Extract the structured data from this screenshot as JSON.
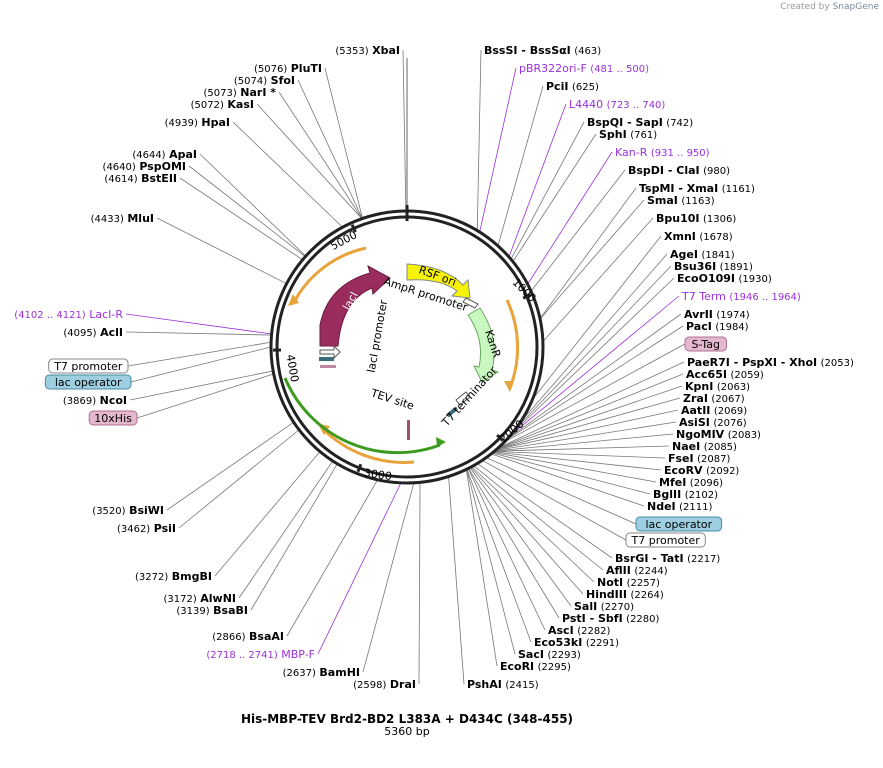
{
  "brand": {
    "prefix": "Created by",
    "name": "SnapGene"
  },
  "title": "His-MBP-TEV Brd2-BD2 L383A + D434C (348-455)",
  "length_label": "5360 bp",
  "colors": {
    "backbone": "#222222",
    "orange": "#e8a33a",
    "green": "#3d9b1f",
    "lacI": "#9b2c5e",
    "ori": "#f5f207",
    "kanR": "#c8f7c0",
    "primer": "#9b30d9",
    "ticks": "#222222"
  },
  "ruler": [
    "1000",
    "2000",
    "3000",
    "4000",
    "5000"
  ],
  "features": [
    {
      "name": "RSF ori",
      "kind": "ori"
    },
    {
      "name": "KanR",
      "kind": "cds"
    },
    {
      "name": "lacI",
      "kind": "cds"
    },
    {
      "name": "AmpR promoter",
      "kind": "promoter"
    },
    {
      "name": "lacI promoter",
      "kind": "promoter"
    },
    {
      "name": "TEV site",
      "kind": "site"
    },
    {
      "name": "T7 terminator",
      "kind": "terminator"
    }
  ],
  "right_labels": [
    {
      "name": "BssSI  - BssSαI",
      "pos": "(463)"
    },
    {
      "name": "pBR322ori-F",
      "pos": "(481 .. 500)",
      "primer": true
    },
    {
      "name": "PciI",
      "pos": "(625)"
    },
    {
      "name": "L4440",
      "pos": "(723 .. 740)",
      "primer": true
    },
    {
      "name": "BspQI  - SapI",
      "pos": "(742)"
    },
    {
      "name": "SphI",
      "pos": "(761)"
    },
    {
      "name": "Kan-R",
      "pos": "(931 .. 950)",
      "primer": true
    },
    {
      "name": "BspDI  - ClaI",
      "pos": "(980)"
    },
    {
      "name": "TspMI  - XmaI",
      "pos": "(1161)"
    },
    {
      "name": "SmaI",
      "pos": "(1163)"
    },
    {
      "name": "Bpu10I",
      "pos": "(1306)"
    },
    {
      "name": "XmnI",
      "pos": "(1678)"
    },
    {
      "name": "AgeI",
      "pos": "(1841)"
    },
    {
      "name": "Bsu36I",
      "pos": "(1891)"
    },
    {
      "name": "EcoO109I",
      "pos": "(1930)"
    },
    {
      "name": "T7 Term",
      "pos": "(1946 .. 1964)",
      "primer": true
    },
    {
      "name": "AvrII",
      "pos": "(1974)"
    },
    {
      "name": "PacI",
      "pos": "(1984)"
    },
    {
      "name": "PaeR7I  - PspXI  - XhoI",
      "pos": "(2053)"
    },
    {
      "name": "Acc65I",
      "pos": "(2059)"
    },
    {
      "name": "KpnI",
      "pos": "(2063)"
    },
    {
      "name": "ZraI",
      "pos": "(2067)"
    },
    {
      "name": "AatII",
      "pos": "(2069)"
    },
    {
      "name": "AsiSI",
      "pos": "(2076)"
    },
    {
      "name": "NgoMIV",
      "pos": "(2083)"
    },
    {
      "name": "NaeI",
      "pos": "(2085)"
    },
    {
      "name": "FseI",
      "pos": "(2087)"
    },
    {
      "name": "EcoRV",
      "pos": "(2092)"
    },
    {
      "name": "MfeI",
      "pos": "(2096)"
    },
    {
      "name": "BglII",
      "pos": "(2102)"
    },
    {
      "name": "NdeI",
      "pos": "(2111)"
    }
  ],
  "right_boxes": [
    {
      "name": "S-Tag",
      "kind": "tag"
    },
    {
      "name": "lac operator",
      "kind": "operator"
    },
    {
      "name": "T7 promoter",
      "kind": "promoter"
    }
  ],
  "bottom_right_labels": [
    {
      "name": "BsrGI  - TatI",
      "pos": "(2217)"
    },
    {
      "name": "AflII",
      "pos": "(2244)"
    },
    {
      "name": "NotI",
      "pos": "(2257)"
    },
    {
      "name": "HindIII",
      "pos": "(2264)"
    },
    {
      "name": "SalI",
      "pos": "(2270)"
    },
    {
      "name": "PstI  - SbfI",
      "pos": "(2280)"
    },
    {
      "name": "AscI",
      "pos": "(2282)"
    },
    {
      "name": "Eco53kI",
      "pos": "(2291)"
    },
    {
      "name": "SacI",
      "pos": "(2293)"
    },
    {
      "name": "EcoRI",
      "pos": "(2295)"
    },
    {
      "name": "PshAI",
      "pos": "(2415)"
    }
  ],
  "bottom_labels": [
    {
      "name": "DraI",
      "pos": "(2598)"
    },
    {
      "name": "BamHI",
      "pos": "(2637)"
    },
    {
      "name": "MBP-F",
      "pos": "(2718 .. 2741)",
      "primer": true
    }
  ],
  "left_labels": [
    {
      "name": "XbaI",
      "pos": "(5353)"
    },
    {
      "name": "PluTI",
      "pos": "(5076)"
    },
    {
      "name": "SfoI",
      "pos": "(5074)"
    },
    {
      "name": "NarI *",
      "pos": "(5073)"
    },
    {
      "name": "KasI",
      "pos": "(5072)"
    },
    {
      "name": "HpaI",
      "pos": "(4939)"
    },
    {
      "name": "ApaI",
      "pos": "(4644)"
    },
    {
      "name": "PspOMI",
      "pos": "(4640)"
    },
    {
      "name": "BstEII",
      "pos": "(4614)"
    },
    {
      "name": "MluI",
      "pos": "(4433)"
    },
    {
      "name": "LacI-R",
      "pos": "(4102 .. 4121)",
      "primer": true
    },
    {
      "name": "AclI",
      "pos": "(4095)"
    },
    {
      "name": "NcoI",
      "pos": "(3869)"
    },
    {
      "name": "BsiWI",
      "pos": "(3520)"
    },
    {
      "name": "PsiI",
      "pos": "(3462)"
    },
    {
      "name": "BmgBI",
      "pos": "(3272)"
    },
    {
      "name": "AlwNI",
      "pos": "(3172)"
    },
    {
      "name": "BsaBI",
      "pos": "(3139)"
    },
    {
      "name": "BsaAI",
      "pos": "(2866)"
    }
  ],
  "left_boxes": [
    {
      "name": "T7 promoter",
      "kind": "promoter"
    },
    {
      "name": "lac operator",
      "kind": "operator"
    },
    {
      "name": "10xHis",
      "kind": "tag"
    }
  ]
}
